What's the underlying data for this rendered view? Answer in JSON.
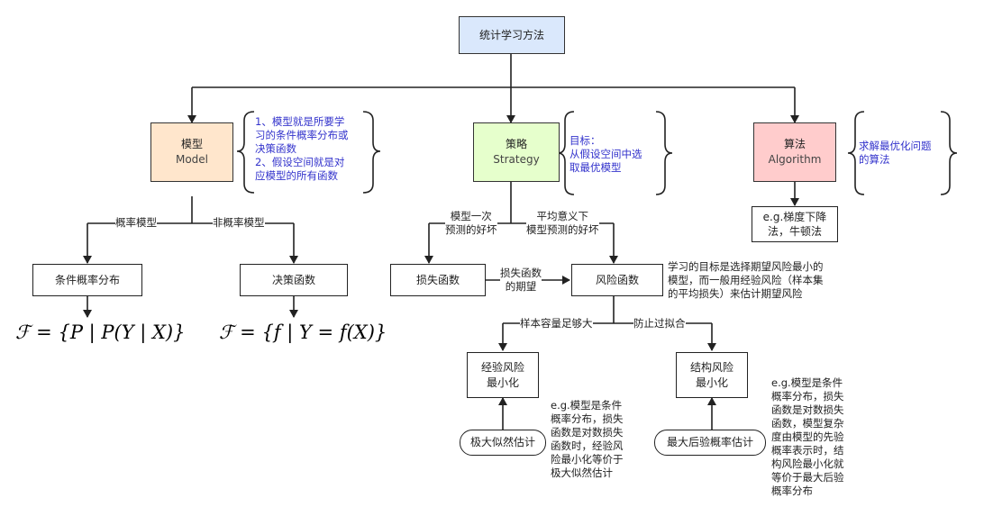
{
  "nodes": {
    "root": "统计学习方法",
    "model_cn": "模型",
    "model_en": "Model",
    "strategy_cn": "策略",
    "strategy_en": "Strategy",
    "algo_cn": "算法",
    "algo_en": "Algorithm",
    "cond_prob": "条件概率分布",
    "decision": "决策函数",
    "loss": "损失函数",
    "risk": "风险函数",
    "erm_line1": "经验风险",
    "erm_line2": "最小化",
    "srm_line1": "结构风险",
    "srm_line2": "最小化",
    "mle": "极大似然估计",
    "map": "最大后验概率估计",
    "eg_algo_line1": "e.g.梯度下降",
    "eg_algo_line2": "法，牛顿法"
  },
  "notes": {
    "model": [
      "1、模型就是所要学",
      "习的条件概率分布或",
      "决策函数",
      "2、假设空间就是对",
      "应模型的所有函数"
    ],
    "strategy": [
      "目标：",
      "从假设空间中选",
      "取最优模型"
    ],
    "algo": [
      "求解最优化问题",
      "的算法"
    ],
    "risk": [
      "学习的目标是选择期望风险最小的",
      "模型，而一般用经验风险（样本集",
      "的平均损失）来估计期望风险"
    ],
    "erm": [
      "e.g.模型是条件",
      "概率分布，损失",
      "函数是对数损失",
      "函数时，经验风",
      "险最小化等价于",
      "极大似然估计"
    ],
    "srm": [
      "e.g.模型是条件",
      "概率分布，损失",
      "函数是对数损失",
      "函数，模型复杂",
      "度由模型的先验",
      "概率表示时，结",
      "构风险最小化就",
      "等价于最大后验",
      "概率分布"
    ]
  },
  "edge_labels": {
    "prob_model": "概率模型",
    "nonprob_model": "非概率模型",
    "once": [
      "模型一次",
      "预测的好坏"
    ],
    "avg": [
      "平均意义下",
      "模型预测的好坏"
    ],
    "expect": [
      "损失函数",
      "的期望"
    ],
    "large_sample": "样本容量足够大",
    "prevent_overfit": "防止过拟合"
  },
  "formulas": {
    "cond_prob": "ℱ = {P | P(Y | X)}",
    "decision": "ℱ = {f | Y = f(X)}"
  }
}
